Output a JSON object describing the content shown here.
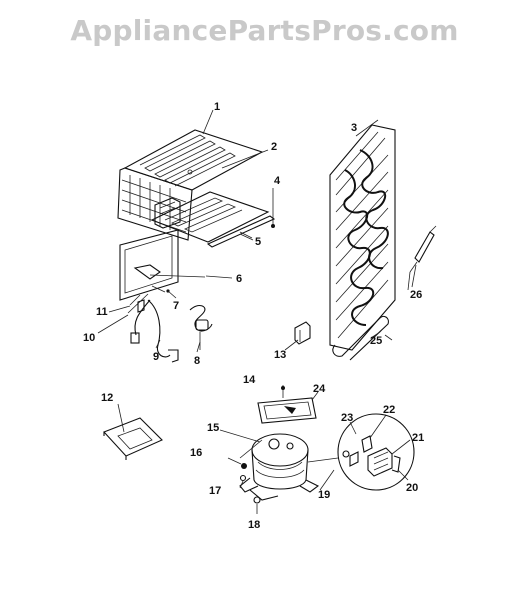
{
  "watermark": "AppliancePartsPros.com",
  "part_labels": [
    "1",
    "2",
    "3",
    "4",
    "5",
    "6",
    "7",
    "8",
    "9",
    "10",
    "11",
    "12",
    "13",
    "14",
    "15",
    "16",
    "17",
    "18",
    "19",
    "20",
    "21",
    "22",
    "23",
    "24",
    "25",
    "26"
  ]
}
